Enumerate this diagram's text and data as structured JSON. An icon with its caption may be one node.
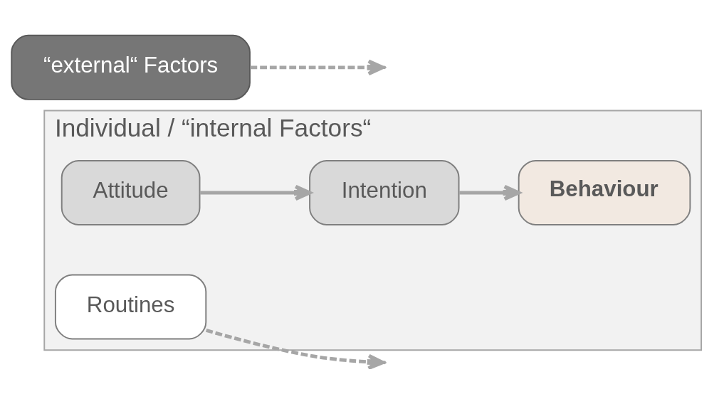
{
  "diagram": {
    "nodes": [
      {
        "text": [
          "Individual / “internal Factors“"
        ]
      },
      {
        "text": [
          "Routines"
        ],
        "in": 0
      },
      {
        "text": [
          "Attitude"
        ],
        "in": 0
      },
      {
        "text": [
          "Intention"
        ],
        "in": 0
      },
      {
        "text": [
          "Behaviour"
        ],
        "in": 0
      },
      {
        "text": [
          "“external“ Factors"
        ]
      }
    ],
    "edges": [
      {
        "from": 2,
        "to": 3,
        "arrow": "to"
      },
      {
        "from": 3,
        "to": 4,
        "arrow": "to"
      },
      {
        "from": 1,
        "to": null,
        "arrow": "to",
        "style": "dashed"
      },
      {
        "from": 5,
        "to": null,
        "arrow": "to",
        "style": "dashed"
      }
    ]
  }
}
